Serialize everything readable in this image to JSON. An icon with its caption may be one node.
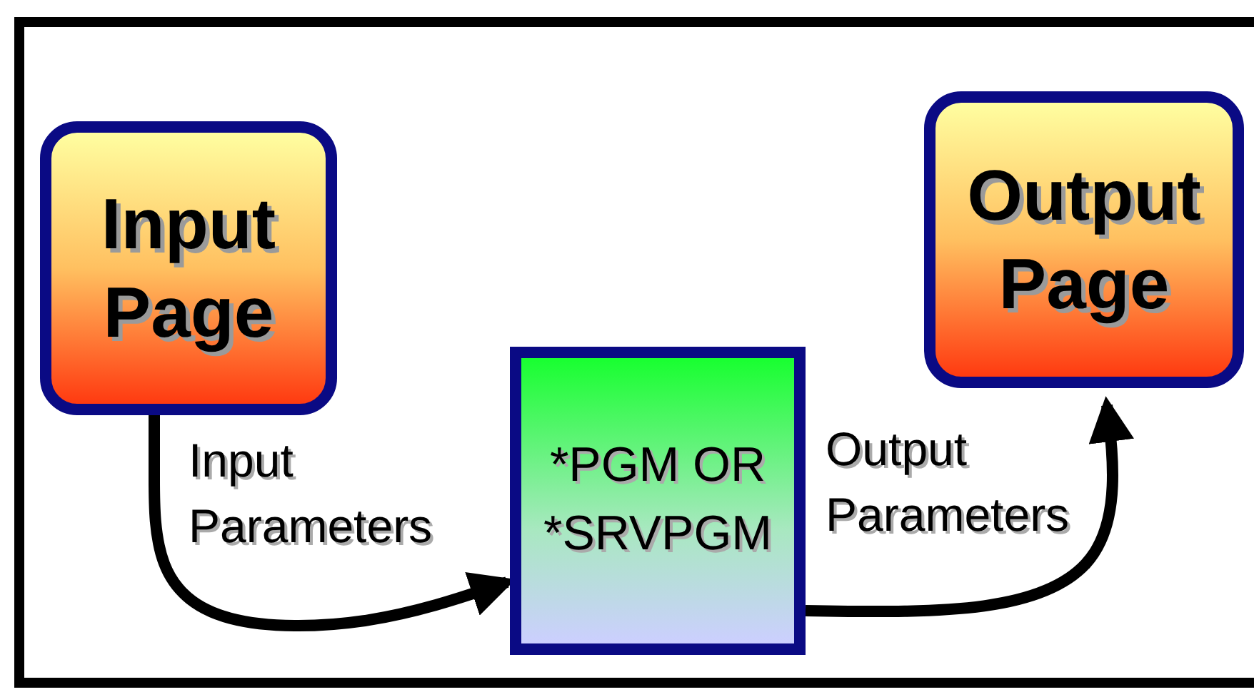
{
  "diagram": {
    "nodes": [
      {
        "text": [
          "Input Page"
        ]
      },
      {
        "text": [
          "*PGM OR *SRVPGM"
        ]
      },
      {
        "text": [
          "Output Page"
        ]
      }
    ],
    "edges": [
      {
        "from": 0,
        "to": 1,
        "arrow": "to",
        "label": "Input Parameters"
      },
      {
        "from": 1,
        "to": 2,
        "arrow": "to",
        "label": "Output Parameters"
      }
    ]
  }
}
